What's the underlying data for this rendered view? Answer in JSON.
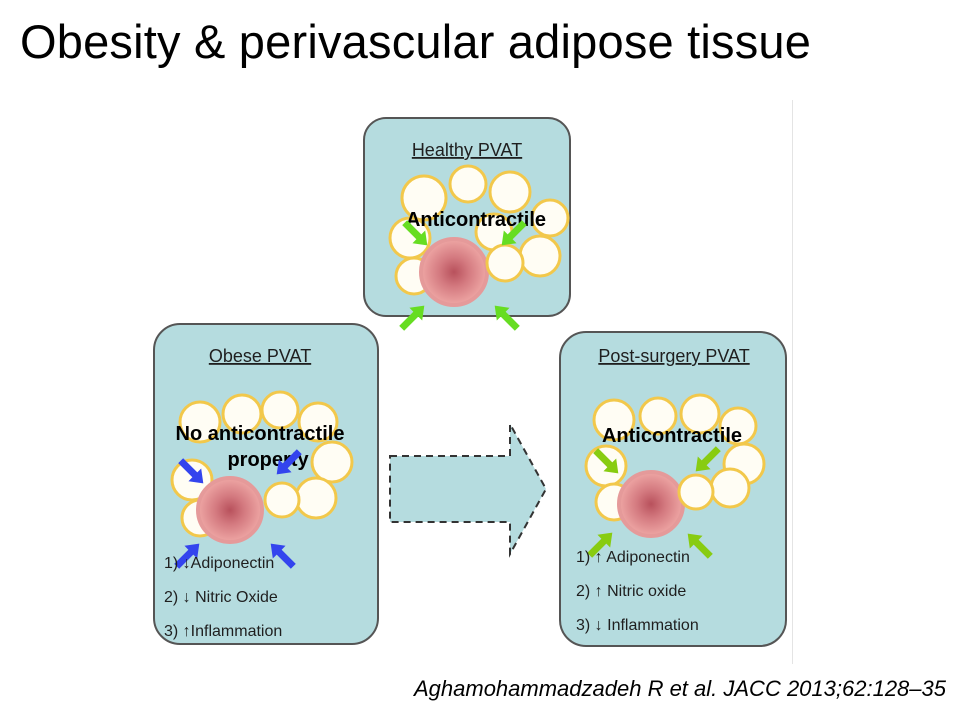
{
  "slide": {
    "title": "Obesity & perivascular adipose tissue",
    "citation": "Aghamohammadzadeh R et al. JACC 2013;62:128–35"
  },
  "figure": {
    "healthy": {
      "title": "Healthy PVAT",
      "label": "Anticontractile",
      "arrow_color": "#66dd22"
    },
    "obese": {
      "title": "Obese PVAT",
      "label_line1": "No anticontractile",
      "label_line2": "property",
      "arrow_color": "#3344ee",
      "items": [
        "1) ↓Adiponectin",
        "2) ↓ Nitric Oxide",
        "3) ↑Inflammation"
      ]
    },
    "post_surgery": {
      "title": "Post-surgery PVAT",
      "label": "Anticontractile",
      "arrow_color": "#88cc11",
      "items": [
        "1) ↑ Adiponectin",
        "2) ↑ Nitric oxide",
        "3) ↓ Inflammation"
      ]
    },
    "colors": {
      "panel_fill": "#b5dcdf",
      "panel_stroke": "#555555",
      "adipocyte_fill": "#fffdf4",
      "adipocyte_stroke": "#f2c84b",
      "vessel_outer": "#e59a9a",
      "vessel_inner": "#b8515c"
    }
  }
}
